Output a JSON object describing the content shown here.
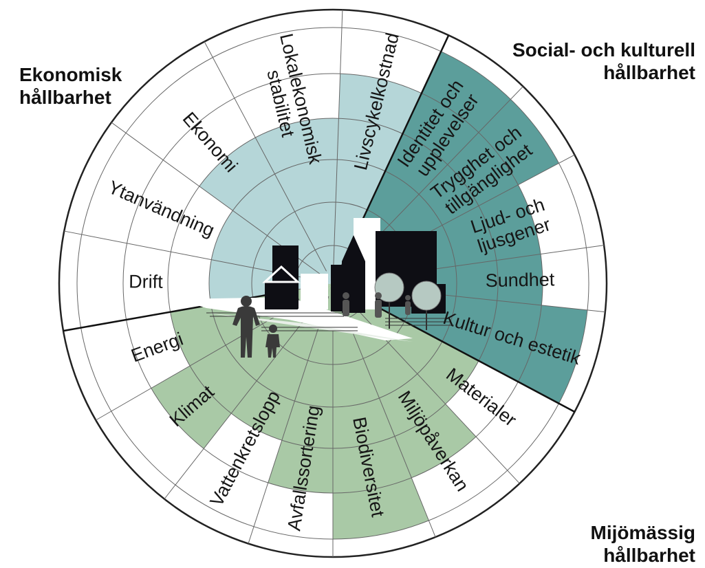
{
  "groups": {
    "economic": {
      "line1": "Ekonomisk",
      "line2": "hållbarhet"
    },
    "social": {
      "line1": "Social- och kulturell",
      "line2": "hållbarhet"
    },
    "environmental": {
      "line1": "Mijömässig",
      "line2": "hållbarhet"
    }
  },
  "colors": {
    "social_fill": "#5c9e9b",
    "environmental_fill": "#a9c9a6",
    "economic_fill": "#b5d6d8",
    "grid_line": "#666666",
    "silhouette": "#0e0e14"
  },
  "aspects": [
    {
      "id": "livscykelkostnad",
      "group": "economic",
      "lines": [
        "Livscykelkostnad"
      ],
      "level": 4
    },
    {
      "id": "identitet",
      "group": "social",
      "lines": [
        "Identitet och",
        "upplevelser"
      ],
      "level": 5
    },
    {
      "id": "trygghet",
      "group": "social",
      "lines": [
        "Trygghet och",
        "tillgänglighet"
      ],
      "level": 5
    },
    {
      "id": "ljud",
      "group": "social",
      "lines": [
        "Ljud- och",
        "ljusgener"
      ],
      "level": 4
    },
    {
      "id": "sundhet",
      "group": "social",
      "lines": [
        "Sundhet"
      ],
      "level": 4
    },
    {
      "id": "kultur",
      "group": "social",
      "lines": [
        "Kultur och estetik"
      ],
      "level": 5
    },
    {
      "id": "materialer",
      "group": "environmental",
      "lines": [
        "Materialer"
      ],
      "level": 3
    },
    {
      "id": "miljopaverkan",
      "group": "environmental",
      "lines": [
        "Miljöpåverkan"
      ],
      "level": 4
    },
    {
      "id": "biodiversitet",
      "group": "environmental",
      "lines": [
        "Biodiversitet"
      ],
      "level": 5
    },
    {
      "id": "avfallssortering",
      "group": "environmental",
      "lines": [
        "Avfallssortering"
      ],
      "level": 4
    },
    {
      "id": "vattenkretslopp",
      "group": "environmental",
      "lines": [
        "Vattenkretslopp"
      ],
      "level": 3
    },
    {
      "id": "klimat",
      "group": "environmental",
      "lines": [
        "Klimat"
      ],
      "level": 4
    },
    {
      "id": "energi",
      "group": "environmental",
      "lines": [
        "Energi"
      ],
      "level": 3
    },
    {
      "id": "drift",
      "group": "economic",
      "lines": [
        "Drift"
      ],
      "level": 2
    },
    {
      "id": "ytanvandning",
      "group": "economic",
      "lines": [
        "Ytanvändning"
      ],
      "level": 2
    },
    {
      "id": "ekonomi",
      "group": "economic",
      "lines": [
        "Ekonomi"
      ],
      "level": 3
    },
    {
      "id": "lokalekonomisk",
      "group": "economic",
      "lines": [
        "Lokalekonomisk",
        "stabilitet"
      ],
      "level": 3
    }
  ]
}
